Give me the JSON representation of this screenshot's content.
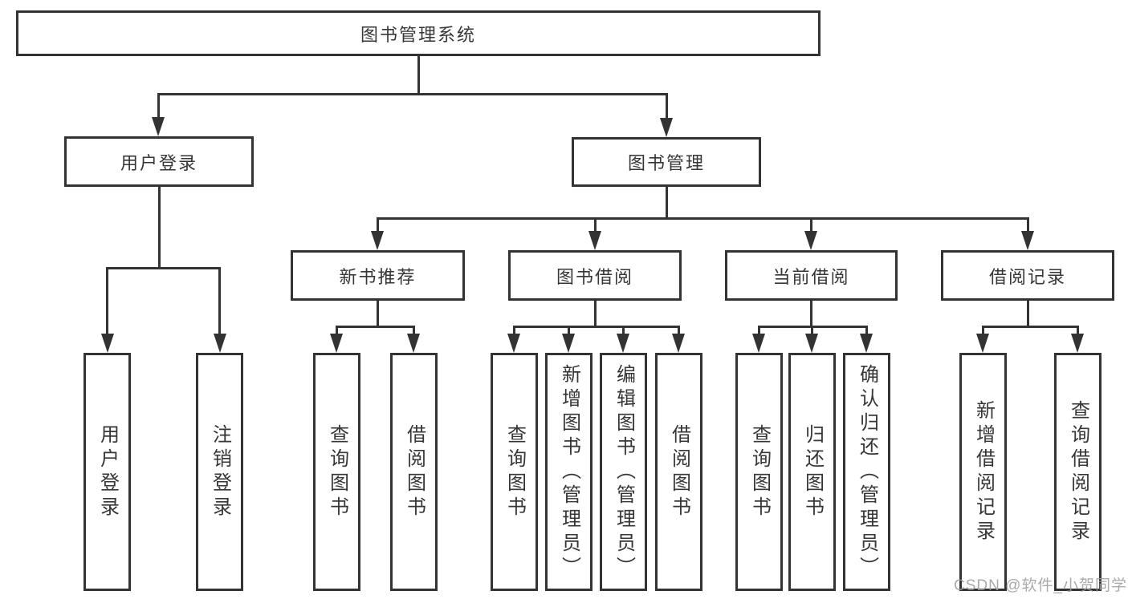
{
  "diagram_title": "图书管理系统",
  "nodes": {
    "root": {
      "label": "图书管理系统"
    },
    "level2": [
      {
        "label": "用户登录",
        "parent": "图书管理系统"
      },
      {
        "label": "图书管理",
        "parent": "图书管理系统"
      }
    ],
    "level3": [
      {
        "label": "新书推荐",
        "parent": "图书管理"
      },
      {
        "label": "图书借阅",
        "parent": "图书管理"
      },
      {
        "label": "当前借阅",
        "parent": "图书管理"
      },
      {
        "label": "借阅记录",
        "parent": "图书管理"
      }
    ],
    "leaves": [
      {
        "label": "用户登录",
        "parent": "用户登录"
      },
      {
        "label": "注销登录",
        "parent": "用户登录"
      },
      {
        "label": "查询图书",
        "parent": "新书推荐"
      },
      {
        "label": "借阅图书",
        "parent": "新书推荐"
      },
      {
        "label": "查询图书",
        "parent": "图书借阅"
      },
      {
        "label": "新增图书（管理员）",
        "parent": "图书借阅"
      },
      {
        "label": "编辑图书（管理员）",
        "parent": "图书借阅"
      },
      {
        "label": "借阅图书",
        "parent": "图书借阅"
      },
      {
        "label": "查询图书",
        "parent": "当前借阅"
      },
      {
        "label": "归还图书",
        "parent": "当前借阅"
      },
      {
        "label": "确认归还（管理员）",
        "parent": "当前借阅"
      },
      {
        "label": "新增借阅记录",
        "parent": "借阅记录"
      },
      {
        "label": "查询借阅记录",
        "parent": "借阅记录"
      }
    ]
  },
  "watermark": "CSDN @软件_小贺同学",
  "colors": {
    "line": "#333333",
    "text": "#363636",
    "background": "#ffffff",
    "watermark": "#9e9e9e"
  }
}
